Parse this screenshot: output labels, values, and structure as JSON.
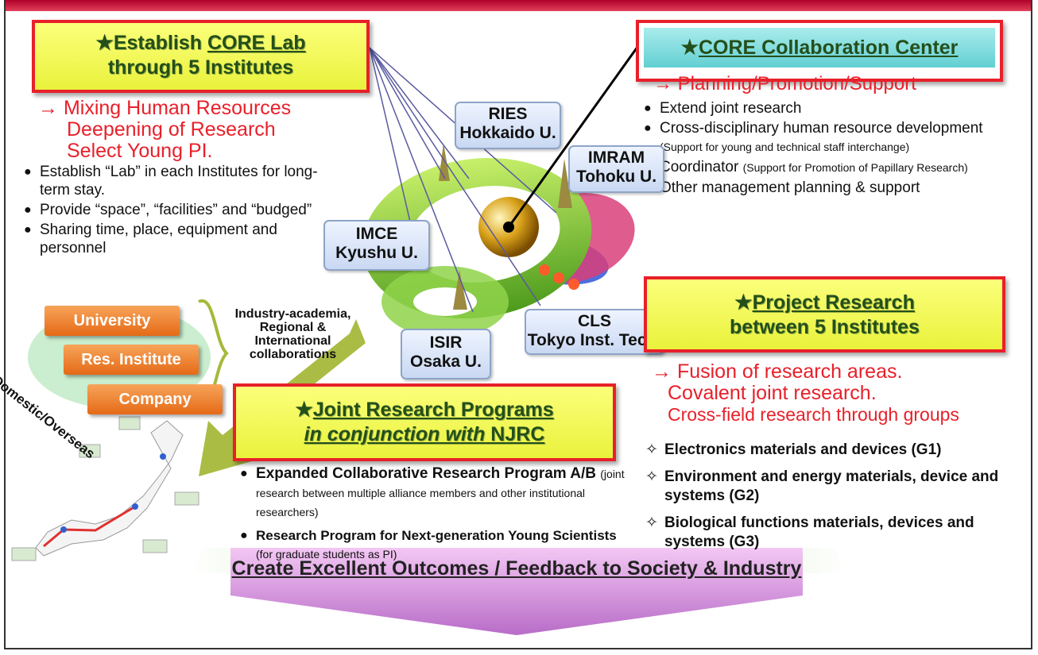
{
  "core_lab": {
    "title_pre": "★Establish ",
    "title_u": "CORE Lab",
    "title_line2": "through 5 Institutes",
    "arrow": "→",
    "red_lines": [
      "Mixing Human Resources",
      "Deepening of Research",
      "Select Young PI."
    ],
    "bullets": [
      "Establish “Lab” in each Institutes for long-term stay.",
      "Provide “space”, “facilities” and “budged”",
      "Sharing time, place, equipment and personnel"
    ]
  },
  "center": {
    "title_star": "★",
    "title_u": "CORE Collaboration Center",
    "arrow_text": "→ Planning/Promotion/Support",
    "items": [
      {
        "main": "Extend joint research",
        "note": ""
      },
      {
        "main": "Cross-disciplinary human resource development",
        "note": "(Support for young and technical staff interchange)"
      },
      {
        "main": "Coordinator",
        "note": "(Support for Promotion of Papillary Research)"
      },
      {
        "main": "Other management planning & support",
        "note": ""
      }
    ]
  },
  "institutes": [
    {
      "l1": "RIES",
      "l2": "Hokkaido U."
    },
    {
      "l1": "IMRAM",
      "l2": "Tohoku U."
    },
    {
      "l1": "IMCE",
      "l2": "Kyushu U."
    },
    {
      "l1": "ISIR",
      "l2": "Osaka U."
    },
    {
      "l1": "CLS",
      "l2": "Tokyo Inst. Tech."
    }
  ],
  "partners": {
    "boxes": [
      "University",
      "Res. Institute",
      "Company"
    ],
    "side_label": "Domestic/Overseas",
    "collab": [
      "Industry-academia,",
      "Regional &",
      "International",
      "collaborations"
    ]
  },
  "project": {
    "title_star": "★",
    "title_u": "Project Research",
    "title_line2": "between 5 Institutes",
    "red_lines": [
      "→ Fusion of research areas.",
      "Covalent joint research.",
      "Cross-field research through groups"
    ],
    "groups": [
      "Electronics materials and devices (G1)",
      "Environment and energy materials, device and systems (G2)",
      "Biological functions materials, devices and systems (G3)"
    ],
    "group_marker": "✧"
  },
  "joint": {
    "title_star": "★",
    "title_u": "Joint Research Programs",
    "title_line2_it": "in conjunction with",
    "title_line2_b": " NJRC",
    "items": [
      {
        "main": "Expanded Collaborative Research Program A/B",
        "note": "(joint research between multiple alliance members and other institutional researchers)"
      },
      {
        "main": "Research Program for Next-generation Young Scientists",
        "note": "(for graduate students as PI)"
      }
    ]
  },
  "outcome": "Create Excellent Outcomes / Feedback to Society & Industry",
  "colors": {
    "accent_red": "#e8202a",
    "box_yellow": "#f0f55a",
    "title_green": "#244f1b",
    "orange": "#e56a16",
    "arrow_purple": "#c98fd0"
  }
}
